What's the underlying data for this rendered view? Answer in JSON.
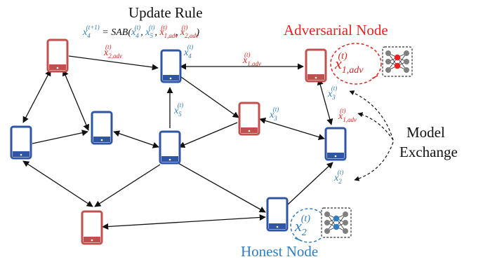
{
  "title": "Update Rule",
  "formula": {
    "lhs": "x",
    "lhs_sub": "4",
    "lhs_sup": "(t+1)",
    "eq": " = SAB(",
    "term1": "x",
    "term1_sub": "4",
    "term1_sup": "(t)",
    "term2": "x",
    "term2_sub": "5",
    "term2_sup": "(t)",
    "term3": "x",
    "term3_sub": "1,adv",
    "term3_sup": "(t)",
    "term4": "x",
    "term4_sub": "2,adv",
    "term4_sup": "(t)",
    "comma": ", ",
    "close": ")"
  },
  "adversarial_node_label": "Adversarial Node",
  "honest_node_label": "Honest Node",
  "model_exchange_label": [
    "Model",
    "Exchange"
  ],
  "colors": {
    "adversarial": "#e8231f",
    "honest": "#2e7ec4",
    "adv_phone": "#c0504d",
    "honest_phone": "#2f55a4",
    "arrow": "#111111",
    "nn_node": "#7f7f7f"
  },
  "message_labels": {
    "x2adv_top": {
      "base": "x",
      "sub": "2,adv",
      "sup": "(t)"
    },
    "x4": {
      "base": "x",
      "sub": "4",
      "sup": "(t)"
    },
    "x1adv_top": {
      "base": "x",
      "sub": "1,adv",
      "sup": "(t)"
    },
    "x5": {
      "base": "x",
      "sub": "5",
      "sup": "(t)"
    },
    "x3_mid": {
      "base": "x",
      "sub": "3",
      "sup": "(t)"
    },
    "x3_right": {
      "base": "x",
      "sub": "3",
      "sup": "(t)"
    },
    "x1adv_right": {
      "base": "x",
      "sub": "1,adv",
      "sup": "(t)"
    },
    "x2_right": {
      "base": "x",
      "sub": "2",
      "sup": "(t)"
    },
    "big_adv": {
      "base": "x",
      "sub": "1,adv",
      "sup": "(t)"
    },
    "big_honest": {
      "base": "x",
      "sub": "2",
      "sup": "(t)"
    }
  }
}
